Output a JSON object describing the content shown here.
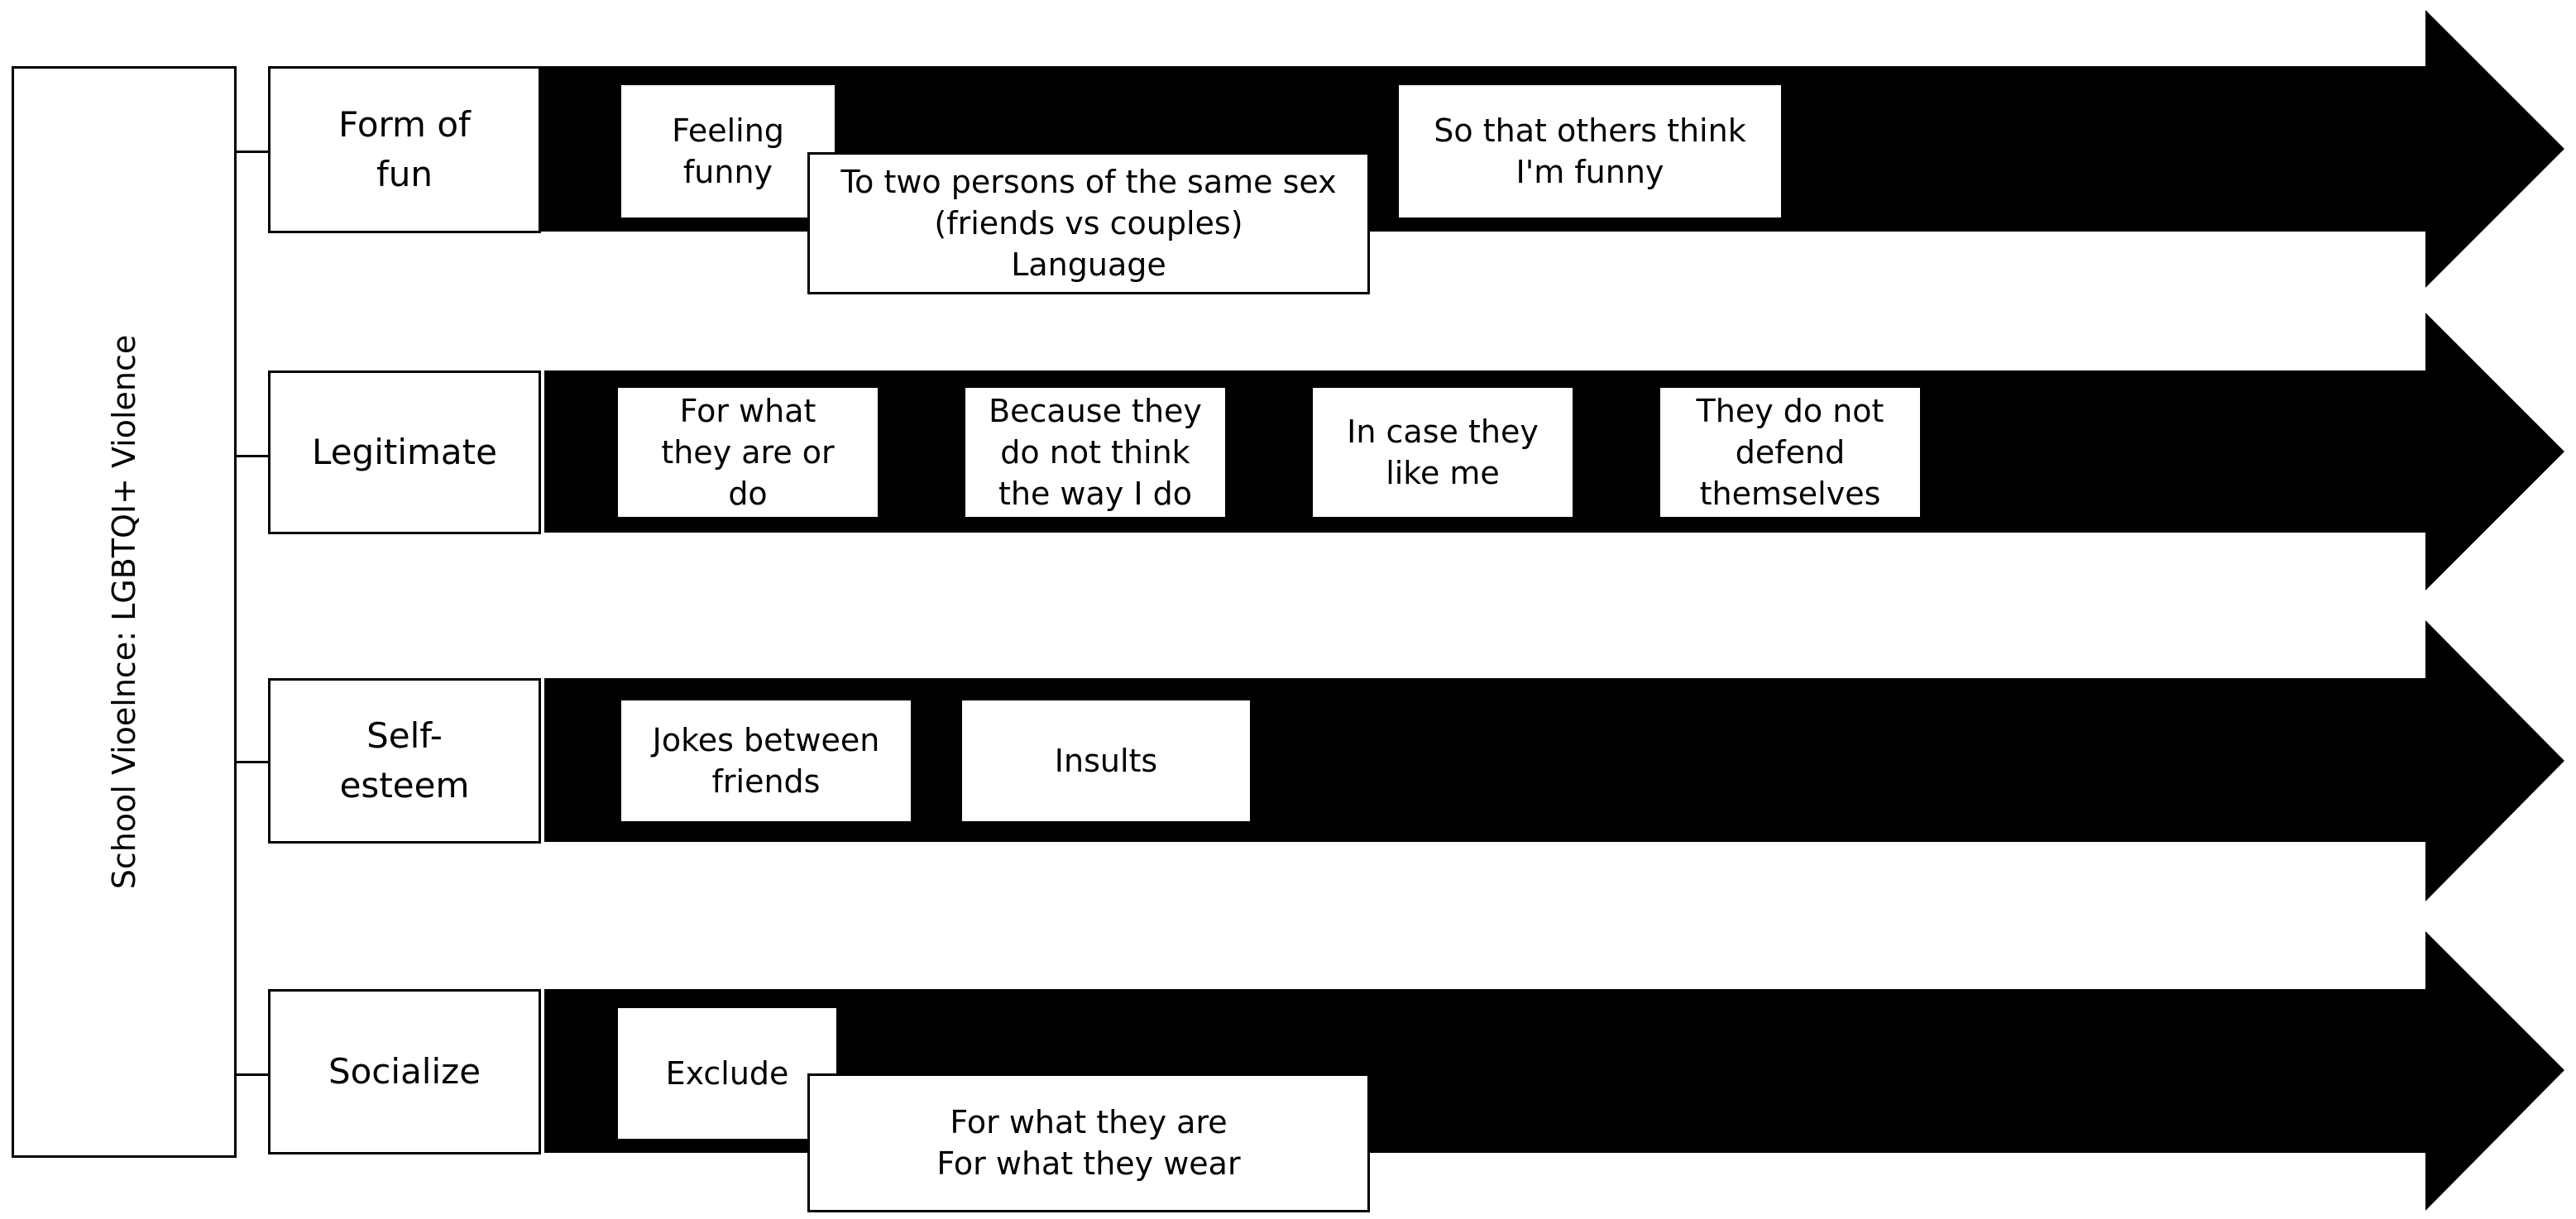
{
  "root": {
    "label": "School Vioelnce: LGBTQI+ Violence"
  },
  "rows": [
    {
      "category": "Form of\nfun",
      "labels": [
        "Feeling\nfunny",
        "To two persons of the same sex\n(friends vs couples)\nLanguage",
        "So that others think\nI'm funny"
      ]
    },
    {
      "category": "Legitimate",
      "labels": [
        "For what\nthey are or\ndo",
        "Because they\ndo not think\nthe way I do",
        "In case they\nlike me",
        "They do not\ndefend\nthemselves"
      ]
    },
    {
      "category": "Self-\nesteem",
      "labels": [
        "Jokes between\nfriends",
        "Insults"
      ]
    },
    {
      "category": "Socialize",
      "labels": [
        "Exclude",
        "For what they are\nFor what they wear"
      ]
    }
  ]
}
